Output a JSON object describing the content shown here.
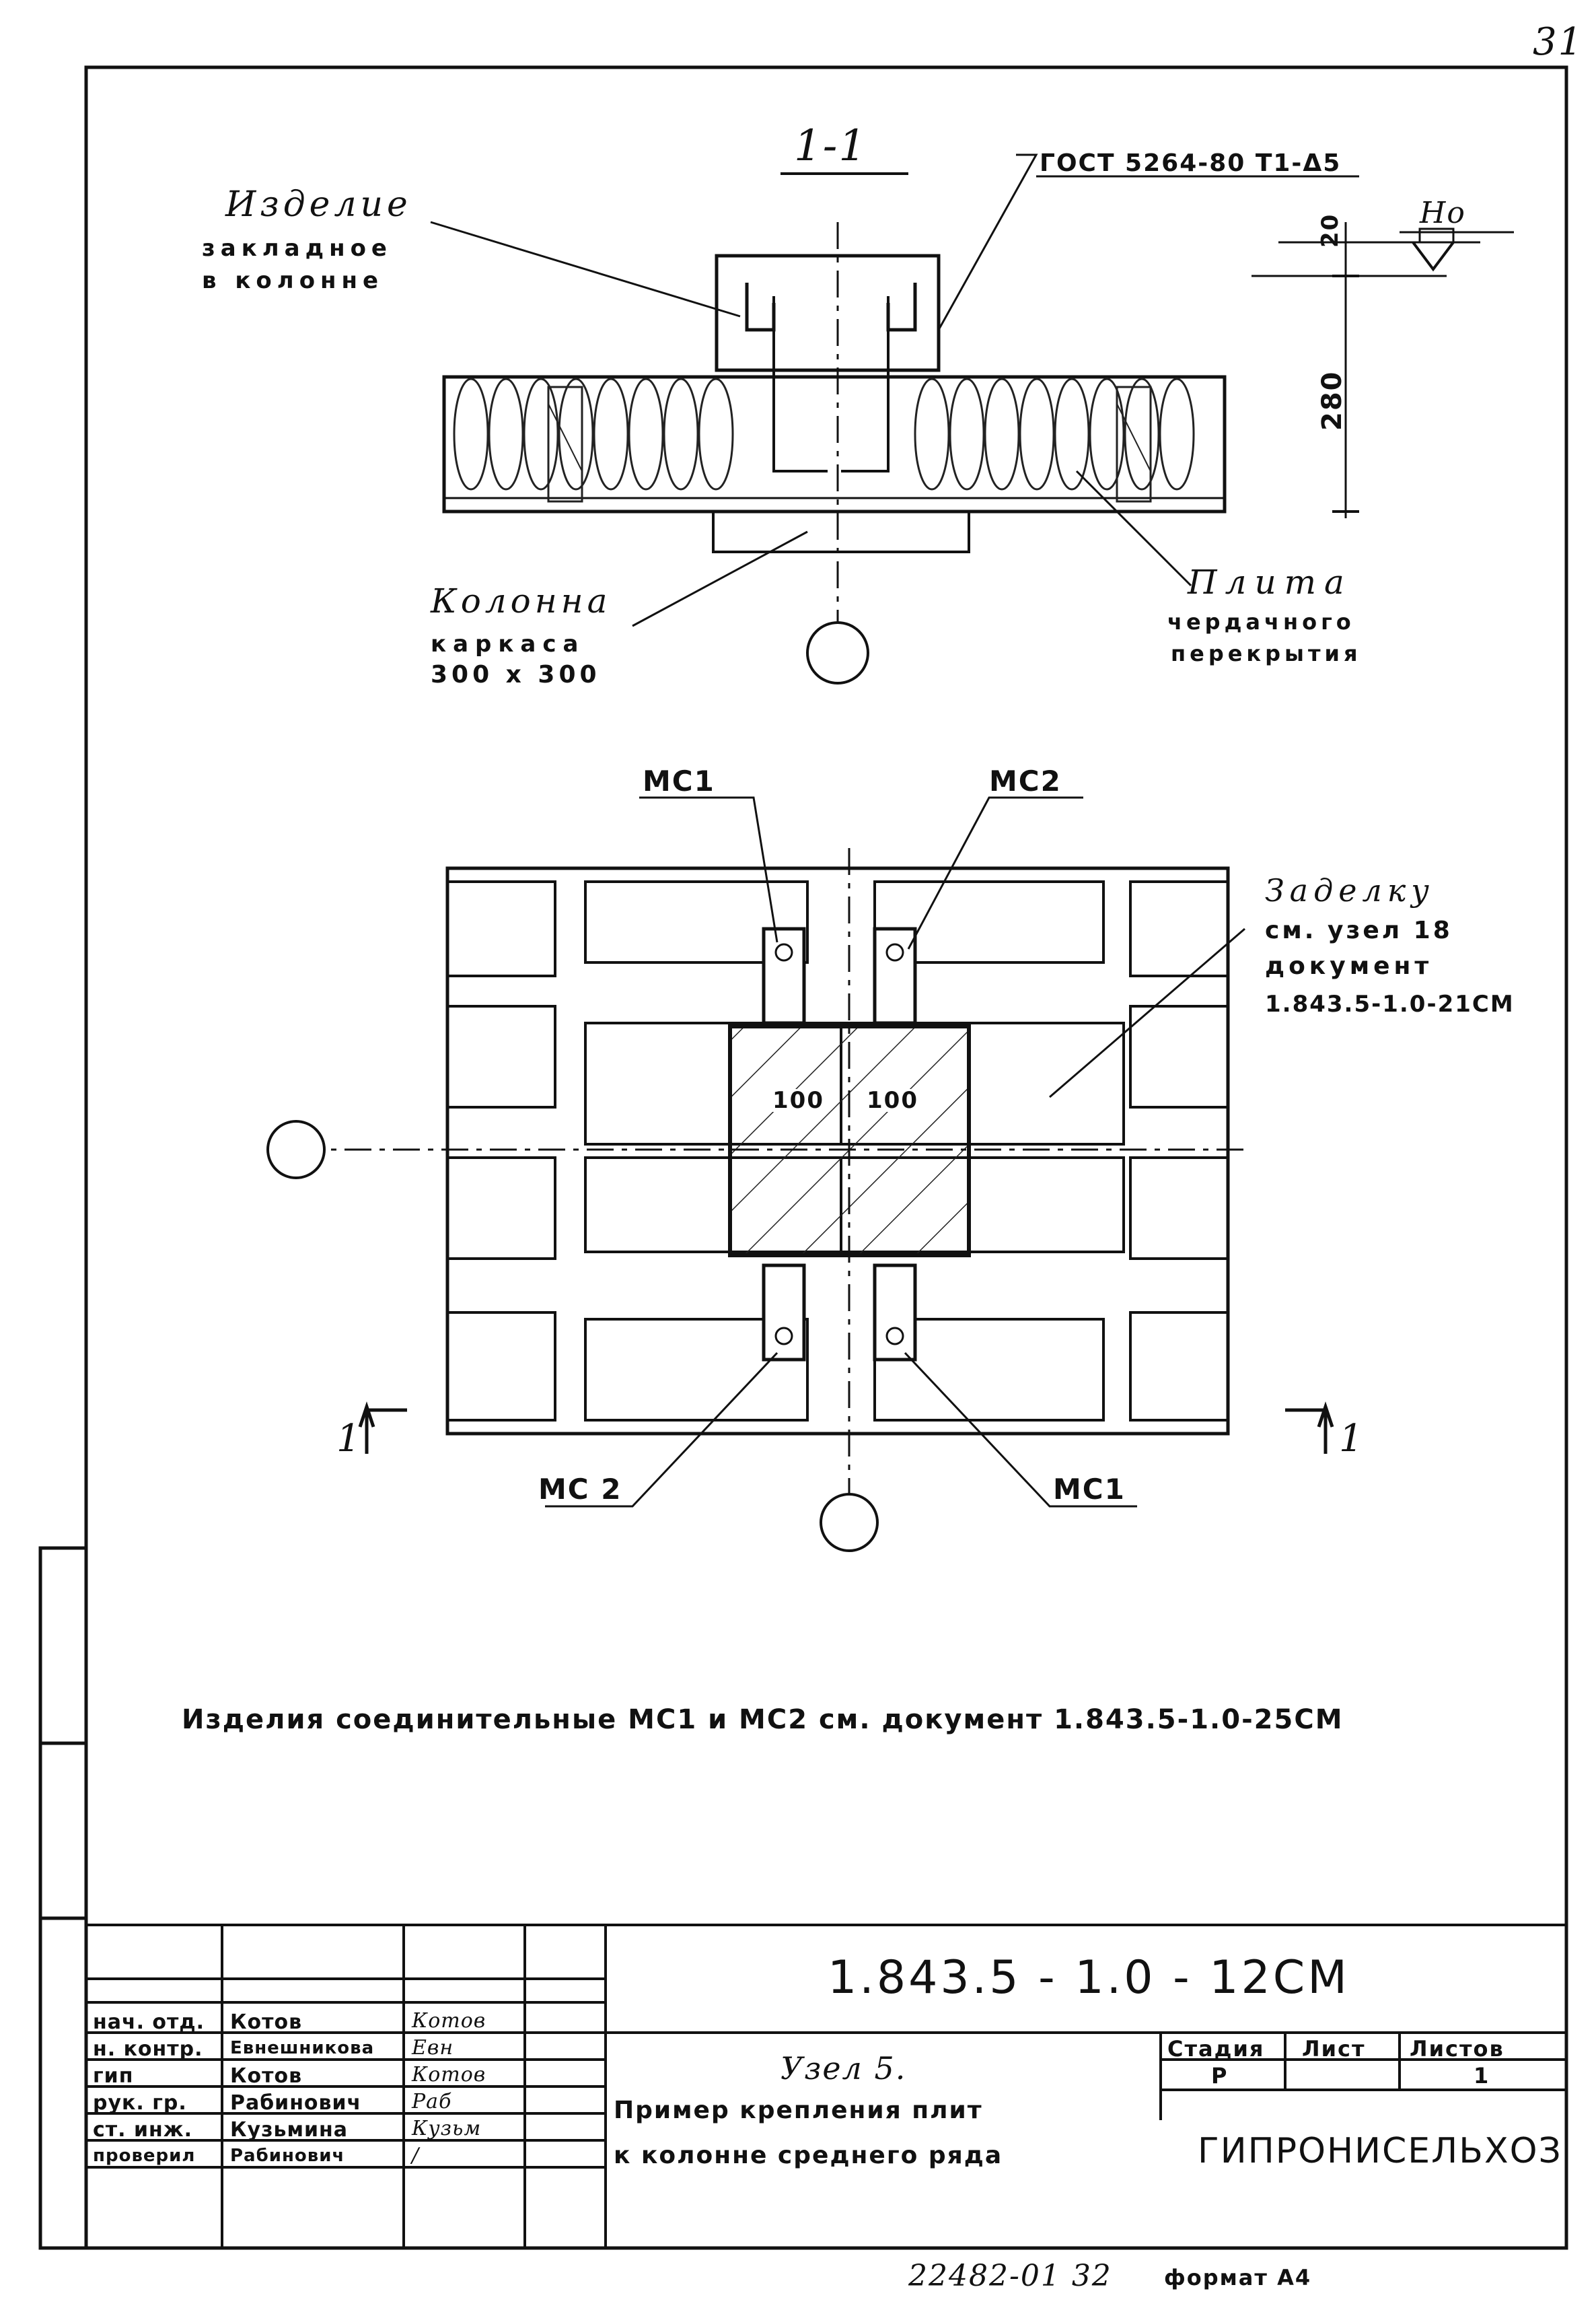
{
  "sheet": {
    "page_number": "31",
    "section_mark": "1-1",
    "weld_note": "ГОСТ 5264-80 Т1-Δ5",
    "level_mark": "Но",
    "dim_top": "20",
    "dim_height": "280",
    "leader_embedded_part": {
      "line1": "Изделие",
      "line2": "закладное",
      "line3": "в колонне"
    },
    "leader_column": {
      "line1": "Колонна",
      "line2": "каркаса",
      "line3": "300 х 300"
    },
    "leader_slab": {
      "line1": "Плита",
      "line2": "чердачного",
      "line3": "перекрытия"
    },
    "mc1_top": "МС1",
    "mc2_top": "МС2",
    "mc2_bottom": "МС 2",
    "mc1_bottom": "МС1",
    "sealing_note": {
      "line1": "Заделку",
      "line2": "см. узел 18",
      "line3": "документ",
      "line4": "1.843.5-1.0-21СМ"
    },
    "dim_left": "100",
    "dim_right": "100",
    "section_left": "1",
    "section_right": "1",
    "connector_note": "Изделия соединительные МС1 и МС2 см. документ 1.843.5-1.0-25СМ"
  },
  "title_block": {
    "doc_code": "1.843.5 - 1.0 - 12СМ",
    "rows": [
      {
        "role": "нач. отд.",
        "name": "Котов",
        "sign": "Котов"
      },
      {
        "role": "н. контр.",
        "name": "Евнешникова",
        "sign": "Евн"
      },
      {
        "role": "гип",
        "name": "Котов",
        "sign": "Котов"
      },
      {
        "role": "рук. гр.",
        "name": "Рабинович",
        "sign": "Раб"
      },
      {
        "role": "ст. инж.",
        "name": "Кузьмина",
        "sign": "Кузьм"
      },
      {
        "role": "проверил",
        "name": "Рабинович",
        "sign": "/"
      }
    ],
    "title_line1": "Узел 5.",
    "title_line2": "Пример крепления плит",
    "title_line3": "к колонне среднего ряда",
    "stage_label": "Стадия",
    "stage_value": "Р",
    "sheet_label": "Лист",
    "sheet_value": "",
    "sheets_label": "Листов",
    "sheets_value": "1",
    "org": "ГИПРОНИСЕЛЬХОЗ"
  },
  "footer": {
    "archive_no": "22482-01 32",
    "format": "формат А4"
  }
}
